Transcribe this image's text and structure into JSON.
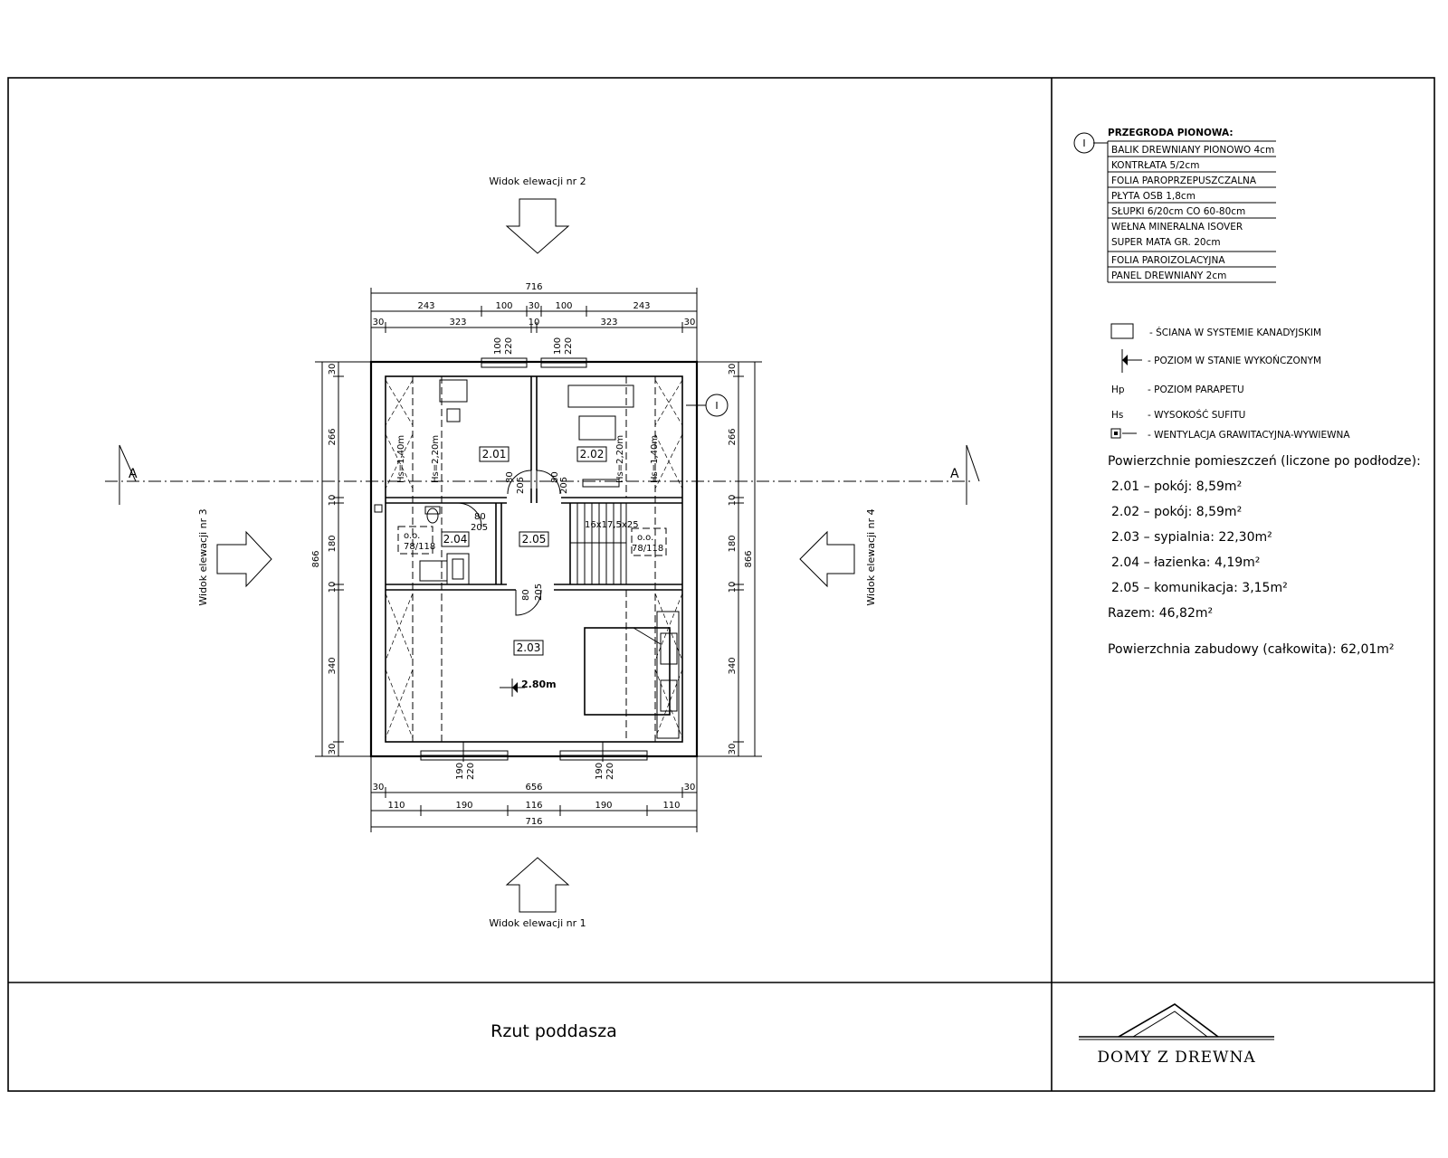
{
  "sheet": {
    "title": "Rzut poddasza",
    "brand": "Domy z Drewna"
  },
  "elevations": {
    "nr2": "Widok elewacji nr 2",
    "nr1": "Widok elewacji nr 1",
    "nr3": "Widok elewacji nr 3",
    "nr4": "Widok elewacji nr 4"
  },
  "section": {
    "left": "A",
    "right": "A"
  },
  "dimensions": {
    "top_total": "716",
    "top_row2": [
      "243",
      "100",
      "30",
      "100",
      "243"
    ],
    "top_row3": [
      "30",
      "323",
      "10",
      "323",
      "30"
    ],
    "bottom_row1": [
      "30",
      "656",
      "30"
    ],
    "bottom_row2": [
      "110",
      "190",
      "116",
      "190",
      "110"
    ],
    "bottom_total": "716",
    "left_total": "866",
    "left_parts": [
      "30",
      "266",
      "10",
      "180",
      "10",
      "340",
      "30"
    ],
    "right_total": "866",
    "right_parts": [
      "30",
      "266",
      "10",
      "180",
      "10",
      "340",
      "30"
    ],
    "window_top_1": [
      "100",
      "220"
    ],
    "window_top_2": [
      "100",
      "220"
    ],
    "window_bottom_1": [
      "190",
      "220"
    ],
    "window_bottom_2": [
      "190",
      "220"
    ],
    "doors": [
      "80",
      "205",
      "80",
      "205",
      "80",
      "205",
      "80",
      "205"
    ]
  },
  "rooms": {
    "r201": "2.01",
    "r202": "2.02",
    "r203": "2.03",
    "r204": "2.04",
    "r205": "2.05",
    "level": "2.80m",
    "stairs": "16x17,5x25",
    "vent1_a": "o.o.",
    "vent1_b": "78/118",
    "vent2_a": "o.o.",
    "vent2_b": "78/118",
    "hs_left_a": "Hs=1,40m",
    "hs_left_b": "Hs=2,20m",
    "hs_right_a": "Hs=2,20m",
    "hs_right_b": "Hs=1,40m",
    "wall_marker": "I"
  },
  "wall_spec": {
    "marker": "I",
    "heading": "PRZEGRODA PIONOWA:",
    "layers": [
      "BALIK DREWNIANY PIONOWO 4cm",
      "KONTRŁATA 5/2cm",
      "FOLIA PAROPRZEPUSZCZALNA",
      "PŁYTA OSB 1,8cm",
      "SŁUPKI 6/20cm CO 60-80cm",
      "WEŁNA MINERALNA ISOVER",
      "SUPER MATA GR. 20cm",
      "FOLIA PAROIZOLACYJNA",
      "PANEL DREWNIANY 2cm"
    ]
  },
  "legend": [
    {
      "key": "",
      "text": "- ŚCIANA W SYSTEMIE KANADYJSKIM"
    },
    {
      "key": "",
      "text": "- POZIOM W STANIE WYKOŃCZONYM"
    },
    {
      "key": "Hp",
      "text": "- POZIOM PARAPETU"
    },
    {
      "key": "Hs",
      "text": "- WYSOKOŚĆ SUFITU"
    },
    {
      "key": "",
      "text": "- WENTYLACJA GRAWITACYJNA-WYWIEWNA"
    }
  ],
  "areas": {
    "heading": "Powierzchnie pomieszczeń (liczone po podłodze):",
    "items": [
      "2.01 – pokój: 8,59m²",
      "2.02 – pokój: 8,59m²",
      "2.03 – sypialnia: 22,30m²",
      "2.04 – łazienka: 4,19m²",
      "2.05 – komunikacja: 3,15m²"
    ],
    "total": "Razem: 46,82m²",
    "built": "Powierzchnia zabudowy (całkowita): 62,01m²"
  }
}
